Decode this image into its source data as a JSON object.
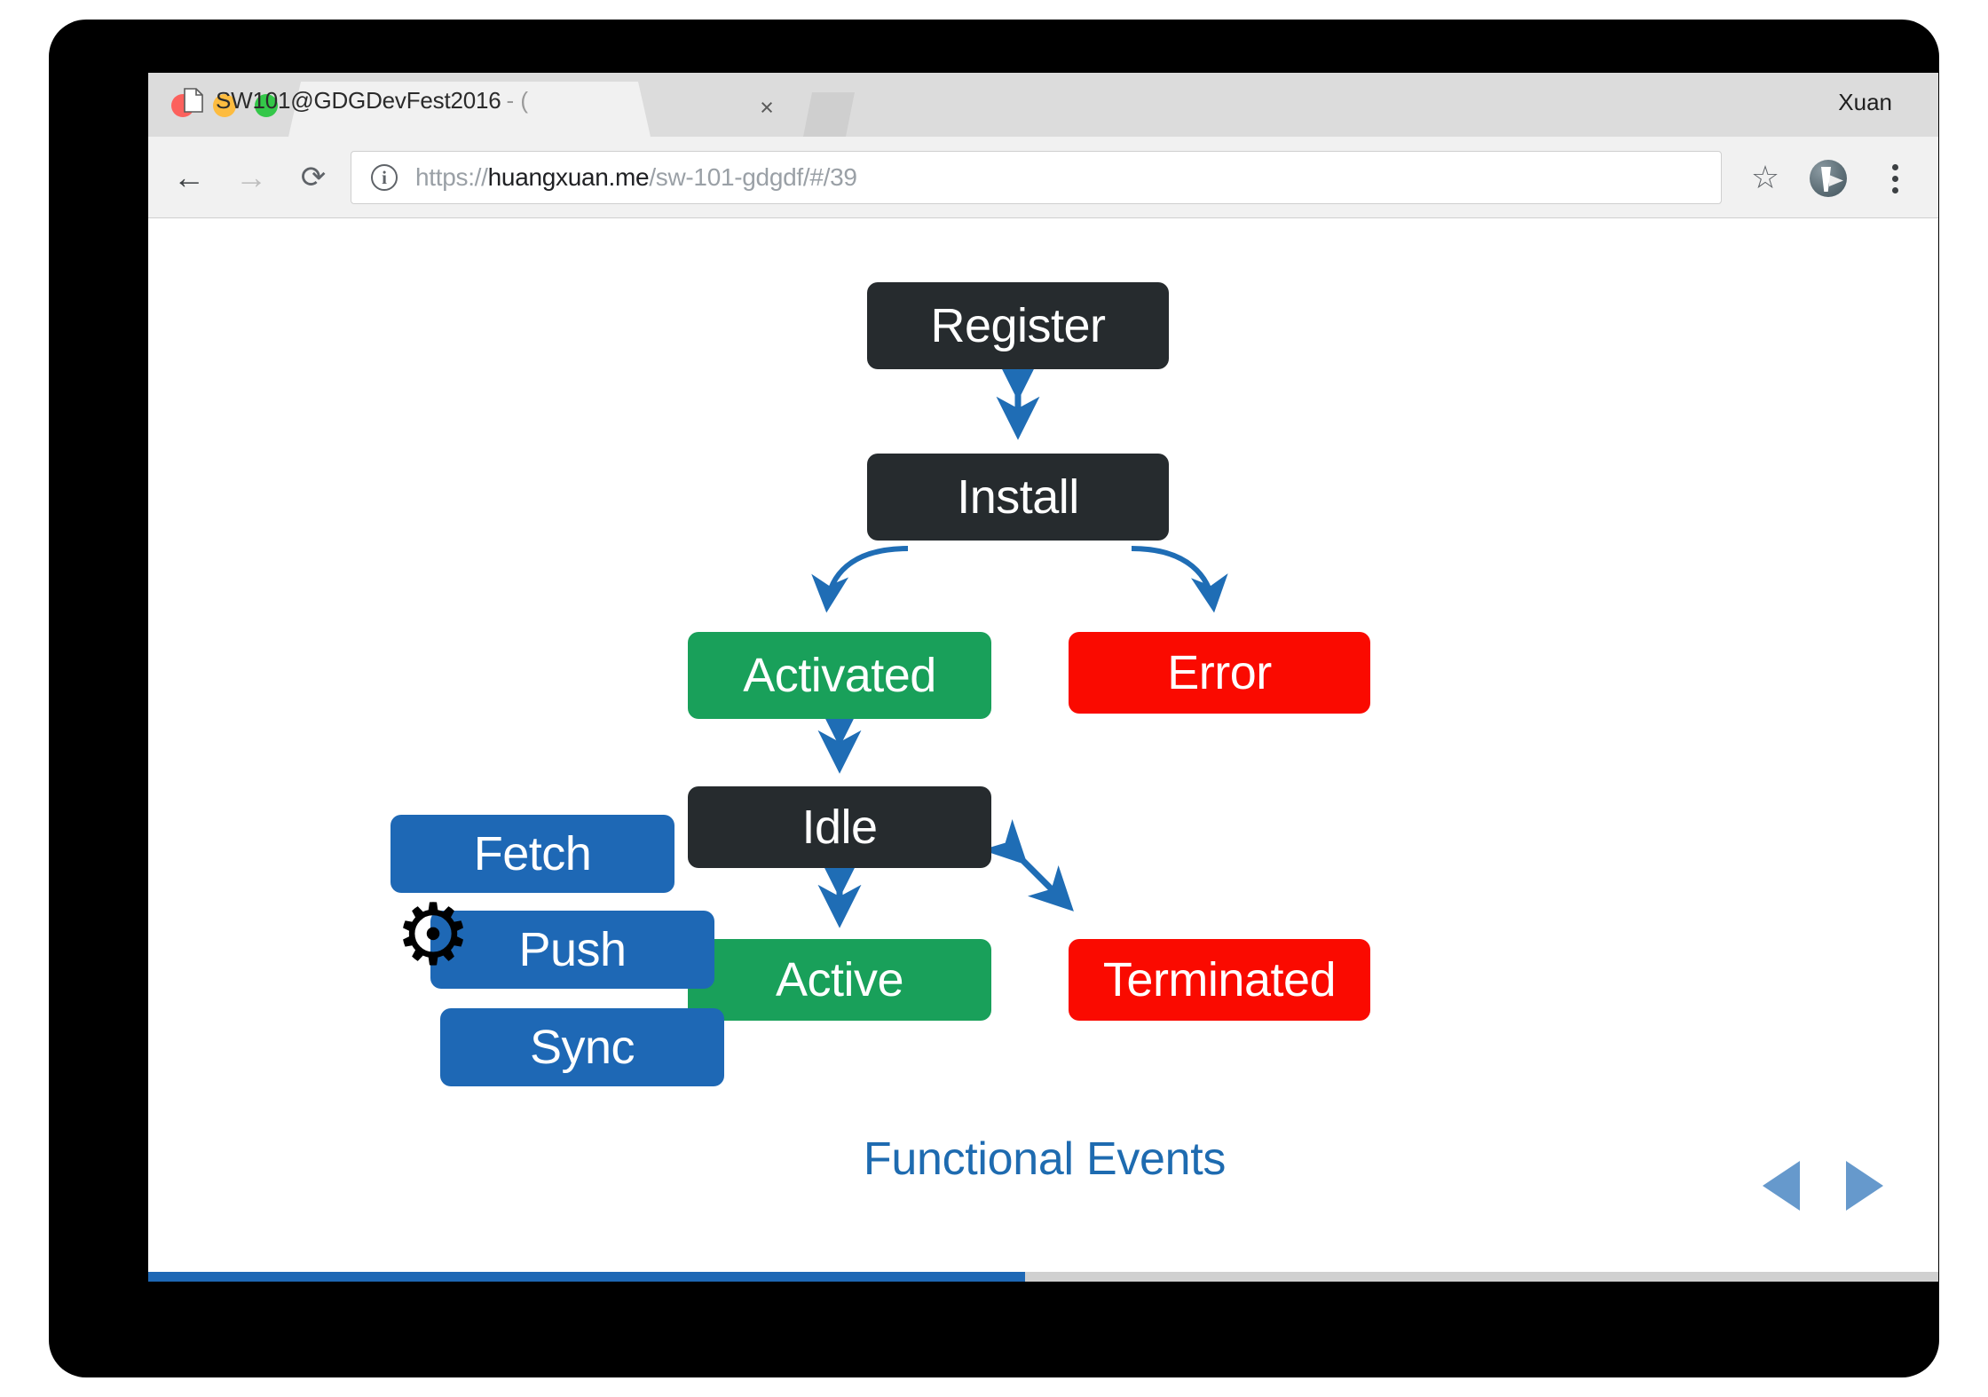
{
  "browser": {
    "traffic_lights": [
      "close",
      "minimize",
      "zoom"
    ],
    "tab": {
      "title": "SW101@GDGDevFest2016",
      "title_suffix": "- (",
      "favicon": "document-icon",
      "close_label": "×"
    },
    "new_tab_label": "",
    "profile_name": "Xuan",
    "toolbar": {
      "back_label": "←",
      "forward_label": "→",
      "reload_label": "⟳",
      "site_info_label": "i",
      "url_scheme": "https://",
      "url_host": "huangxuan.me",
      "url_path": "/sw-101-gdgdf/#/39",
      "url_full": "https://huangxuan.me/sw-101-gdgdf/#/39",
      "bookmark_label": "☆",
      "menu_label": "⋮"
    }
  },
  "slide": {
    "caption": "Functional Events",
    "caption_color": "#1e6bb0",
    "progress_percent": 49,
    "nav": {
      "prev_label": "◀",
      "next_label": "▶",
      "color": "#6699cc"
    },
    "gear_glyph": "⚙",
    "colors": {
      "dark": "#262b2e",
      "green": "#19a05a",
      "red": "#fa0a00",
      "blue": "#1e68b5",
      "arrow": "#1f6db5"
    },
    "nodes": [
      {
        "id": "register",
        "label": "Register",
        "kind": "dark"
      },
      {
        "id": "install",
        "label": "Install",
        "kind": "dark"
      },
      {
        "id": "activated",
        "label": "Activated",
        "kind": "green"
      },
      {
        "id": "error",
        "label": "Error",
        "kind": "red"
      },
      {
        "id": "idle",
        "label": "Idle",
        "kind": "dark"
      },
      {
        "id": "active",
        "label": "Active",
        "kind": "green"
      },
      {
        "id": "terminated",
        "label": "Terminated",
        "kind": "red"
      },
      {
        "id": "fetch",
        "label": "Fetch",
        "kind": "blue"
      },
      {
        "id": "push",
        "label": "Push",
        "kind": "blue"
      },
      {
        "id": "sync",
        "label": "Sync",
        "kind": "blue"
      }
    ],
    "edges": [
      {
        "from": "register",
        "to": "install",
        "style": "double-vertical"
      },
      {
        "from": "install",
        "to": "activated",
        "style": "curve-left"
      },
      {
        "from": "install",
        "to": "error",
        "style": "curve-right"
      },
      {
        "from": "activated",
        "to": "idle",
        "style": "double-vertical"
      },
      {
        "from": "idle",
        "to": "active",
        "style": "double-vertical"
      },
      {
        "from": "idle",
        "to": "terminated",
        "style": "double-diagonal"
      }
    ]
  }
}
